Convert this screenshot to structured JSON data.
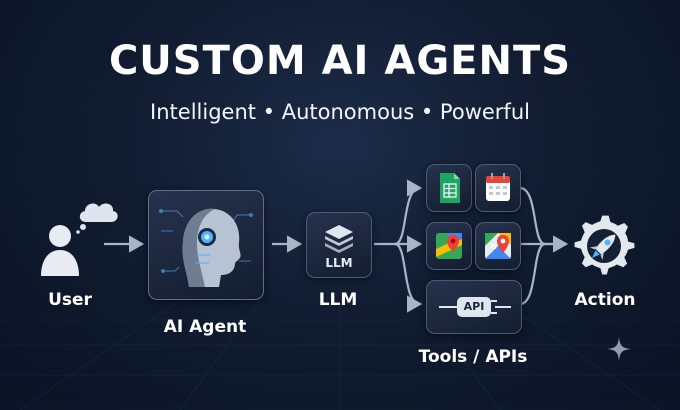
{
  "title": "CUSTOM AI AGENTS",
  "subtitle": "Intelligent • Autonomous • Powerful",
  "nodes": {
    "user": {
      "label": "User",
      "icon": "user-icon"
    },
    "agent": {
      "label": "AI Agent",
      "icon": "robot-head-icon"
    },
    "llm": {
      "label": "LLM",
      "icon_text": "LLM"
    },
    "tools": {
      "label": "Tools / APIs",
      "api_text": "API"
    },
    "action": {
      "label": "Action",
      "icon": "gear-rocket-icon"
    }
  },
  "tools": [
    "sheets-icon",
    "calendar-icon",
    "maps-icon",
    "google-maps-icon",
    "api-plug-icon"
  ],
  "colors": {
    "background": "#111c31",
    "accent": "#4fb3ff",
    "arrow": "#a9b4c6"
  }
}
